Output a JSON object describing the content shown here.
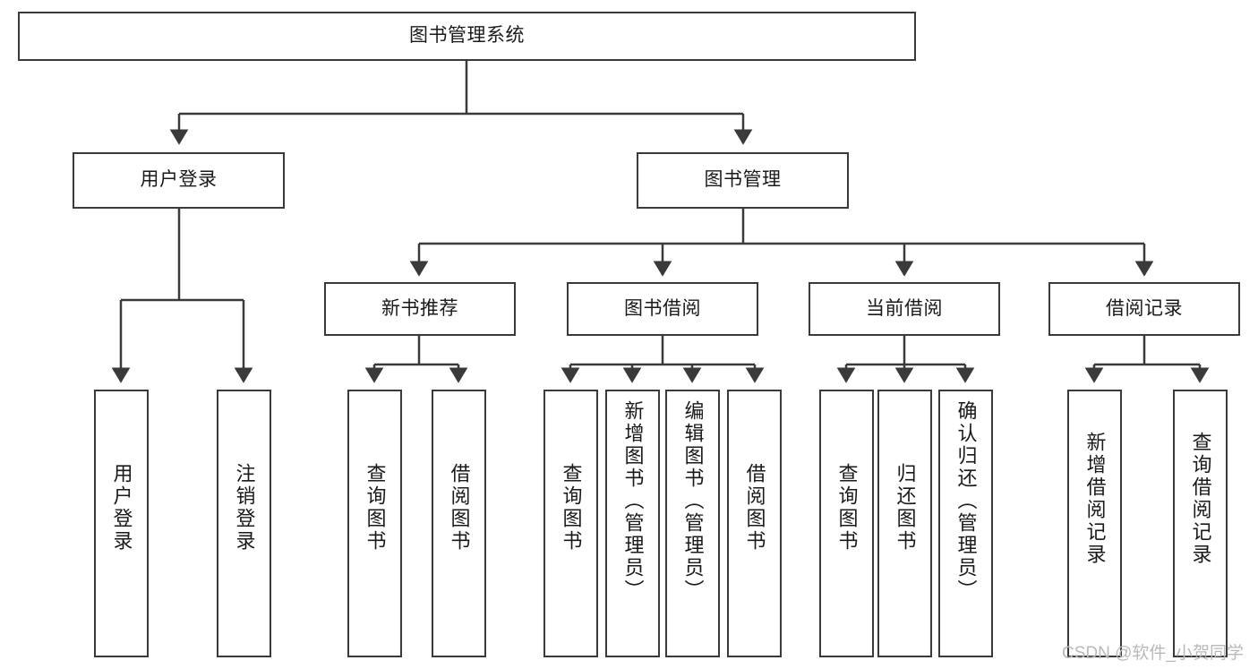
{
  "diagram": {
    "type": "tree",
    "title": "图书管理系统",
    "root": {
      "id": "root",
      "label": "图书管理系统"
    },
    "level1": [
      {
        "id": "user-login",
        "label": "用户登录"
      },
      {
        "id": "book-manage",
        "label": "图书管理"
      }
    ],
    "level2": [
      {
        "id": "new-book-recommend",
        "label": "新书推荐",
        "parent": "book-manage"
      },
      {
        "id": "book-borrow",
        "label": "图书借阅",
        "parent": "book-manage"
      },
      {
        "id": "current-borrow",
        "label": "当前借阅",
        "parent": "book-manage"
      },
      {
        "id": "borrow-record",
        "label": "借阅记录",
        "parent": "book-manage"
      }
    ],
    "leaves": [
      {
        "id": "leaf-user-login",
        "label": "用户登录",
        "parent": "user-login"
      },
      {
        "id": "leaf-logout-login",
        "label": "注销登录",
        "parent": "user-login"
      },
      {
        "id": "leaf-query-book-1",
        "label": "查询图书",
        "parent": "new-book-recommend"
      },
      {
        "id": "leaf-borrow-book-1",
        "label": "借阅图书",
        "parent": "new-book-recommend"
      },
      {
        "id": "leaf-query-book-2",
        "label": "查询图书",
        "parent": "book-borrow"
      },
      {
        "id": "leaf-add-book",
        "label": "新增图书（管理员）",
        "parent": "book-borrow"
      },
      {
        "id": "leaf-edit-book",
        "label": "编辑图书（管理员）",
        "parent": "book-borrow"
      },
      {
        "id": "leaf-borrow-book-2",
        "label": "借阅图书",
        "parent": "book-borrow"
      },
      {
        "id": "leaf-query-book-3",
        "label": "查询图书",
        "parent": "current-borrow"
      },
      {
        "id": "leaf-return-book",
        "label": "归还图书",
        "parent": "current-borrow"
      },
      {
        "id": "leaf-confirm-return",
        "label": "确认归还（管理员）",
        "parent": "current-borrow"
      },
      {
        "id": "leaf-add-record",
        "label": "新增借阅记录",
        "parent": "borrow-record"
      },
      {
        "id": "leaf-query-record",
        "label": "查询借阅记录",
        "parent": "borrow-record"
      }
    ],
    "colors": {
      "stroke": "#3a3a3a",
      "fill": "#ffffff",
      "text": "#1a1a1a",
      "watermark": "#b9b9b9"
    }
  },
  "watermark": {
    "text": "CSDN @软件_小贺同学"
  }
}
